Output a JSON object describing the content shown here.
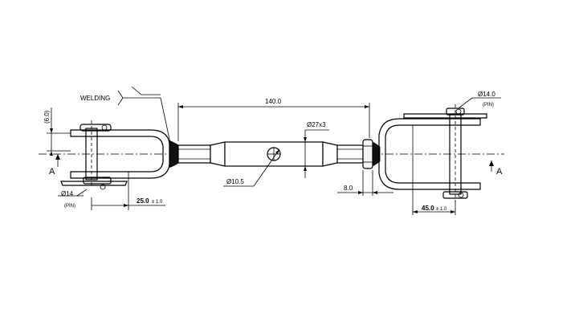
{
  "labels": {
    "welding": "WELDING",
    "length_overall": "140.0",
    "dia_body": "Ø27x3",
    "dia_pin_right": "Ø14.0",
    "pin_right": "(PIN)",
    "offset_left": "(6.0)",
    "section_left": "A",
    "section_right": "A",
    "dia_pin_left": "Ø14",
    "pin_left": "(PIN)",
    "dim_left_fork": "25.0",
    "tol_left_fork": "± 1.0",
    "dia_hole": "Ø10.5",
    "dim_nut": "8.0",
    "dim_right_fork": "45.0",
    "tol_right_fork": "± 1.0"
  },
  "colors": {
    "line": "#000000",
    "background": "#ffffff",
    "weld": "#111111"
  }
}
